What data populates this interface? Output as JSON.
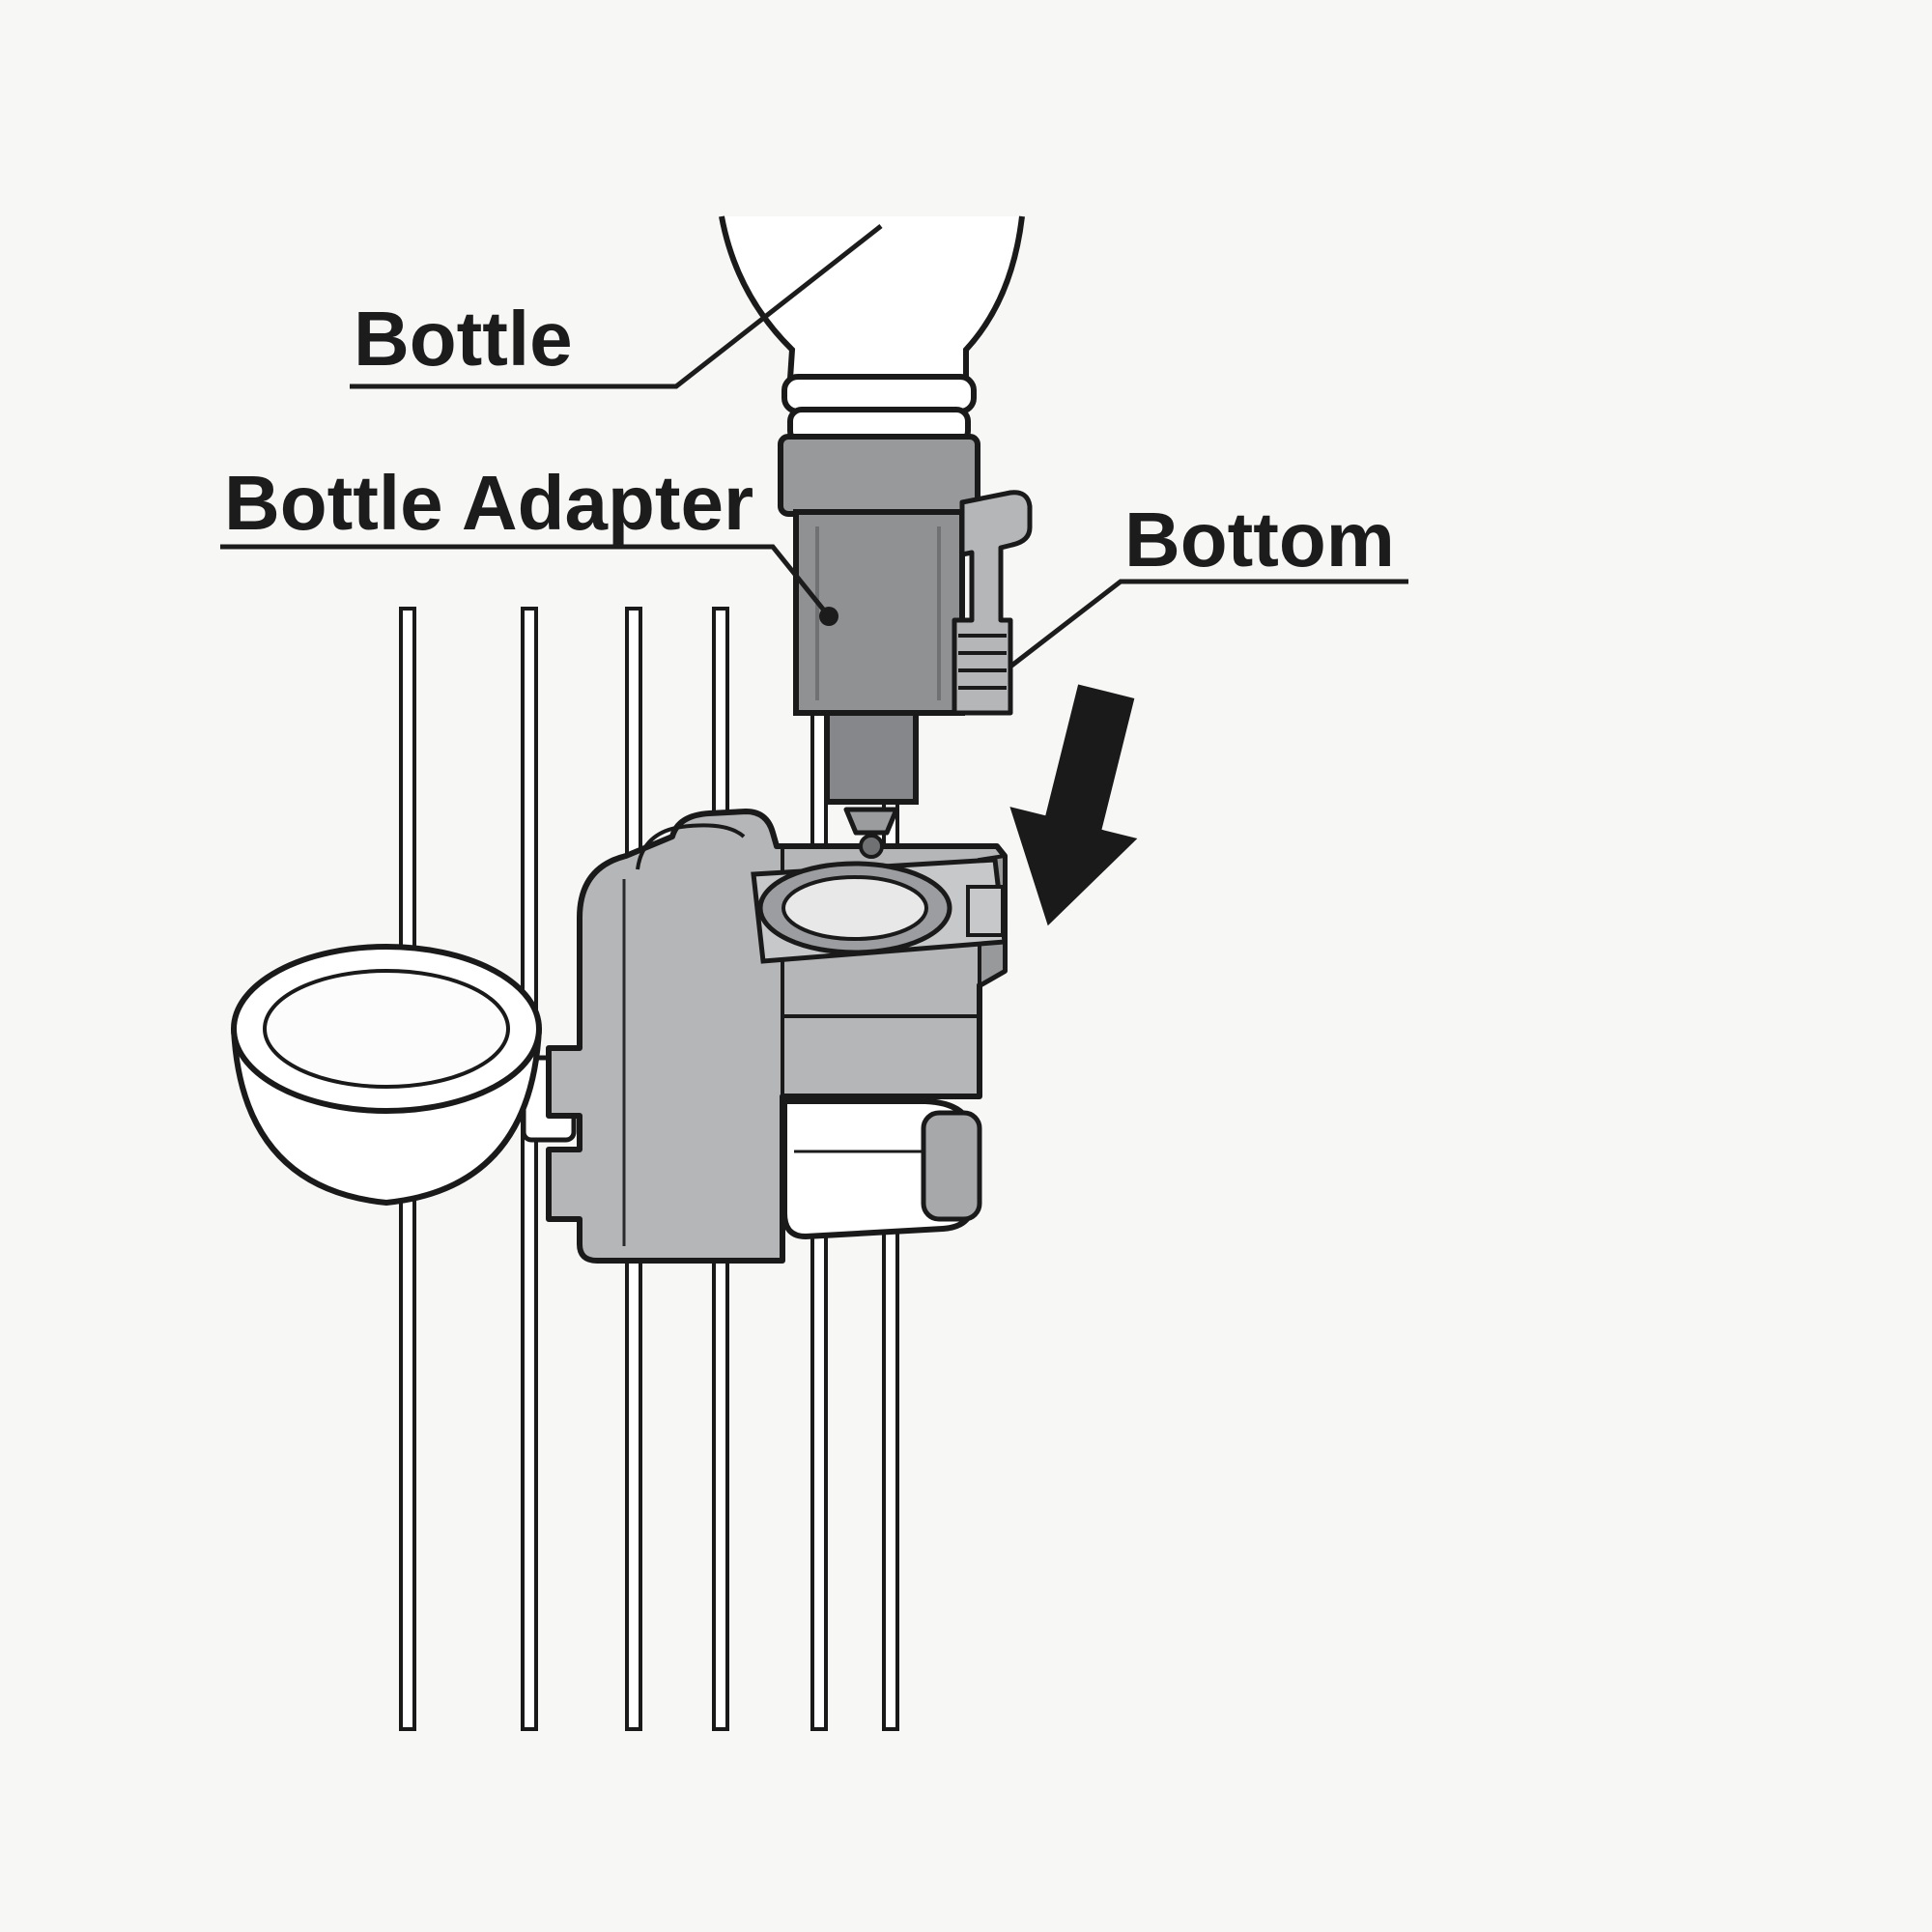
{
  "figure": {
    "labels": {
      "bottle": "Bottle",
      "bottle_adapter": "Bottle Adapter",
      "bottom": "Bottom"
    },
    "icons": {
      "insertion_arrow": "thick-down-arrow"
    },
    "colors": {
      "background": "#f7f7f6",
      "outline": "#1a1a1a",
      "part_gray_dark": "#85878a",
      "part_gray": "#8f9193",
      "part_gray_mid": "#a9abad",
      "part_gray_light": "#b4b6b8",
      "part_white": "#ffffff",
      "arrow": "#1a1a1a"
    }
  }
}
